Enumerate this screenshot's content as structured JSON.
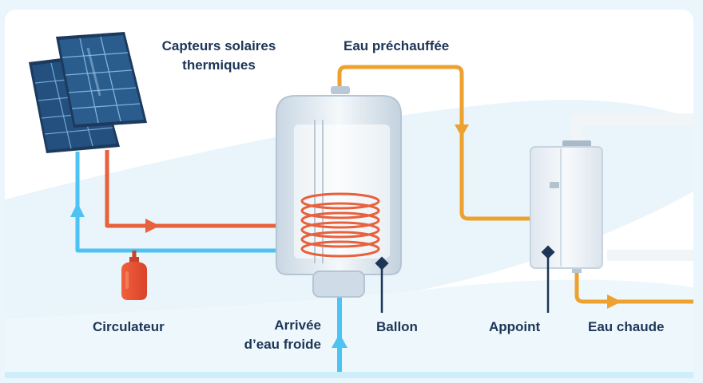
{
  "labels": {
    "solar_collectors": [
      "Capteurs solaires",
      "thermiques"
    ],
    "preheated_water": "Eau préchauffée",
    "circulator": "Circulateur",
    "cold_water_inlet": [
      "Arrivée",
      "d’eau froide"
    ],
    "tank": "Ballon",
    "backup_heater": "Appoint",
    "hot_water": "Eau chaude"
  },
  "colors": {
    "background": "#eaf6fb",
    "card": "#ffffff",
    "cold_pipe": "#4cc3f2",
    "hot_pipe": "#e8603c",
    "preheated_pipe": "#eda22f",
    "label_text": "#1d3557",
    "solar_panel": "#1c3a5e"
  }
}
